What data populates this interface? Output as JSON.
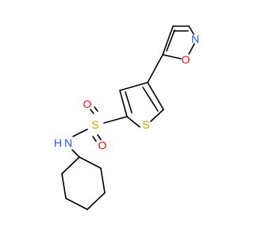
{
  "molecule": {
    "atoms": {
      "isoxazole_n": {
        "symbol": "N",
        "color": "#3050F8"
      },
      "isoxazole_o": {
        "symbol": "O",
        "color": "#FF0D0D"
      },
      "thiophene_s": {
        "symbol": "S",
        "color": "#B8A400"
      },
      "sulfonyl_s": {
        "symbol": "S",
        "color": "#B8A400"
      },
      "sulfonyl_o_top": {
        "symbol": "O",
        "color": "#FF0D0D"
      },
      "sulfonyl_o_bottom": {
        "symbol": "O",
        "color": "#FF0D0D"
      },
      "amide_n": {
        "symbol": "N",
        "color": "#3050F8"
      },
      "amide_h": {
        "symbol": "H",
        "color": "#3050F8"
      }
    },
    "bond_color": "#000000"
  }
}
